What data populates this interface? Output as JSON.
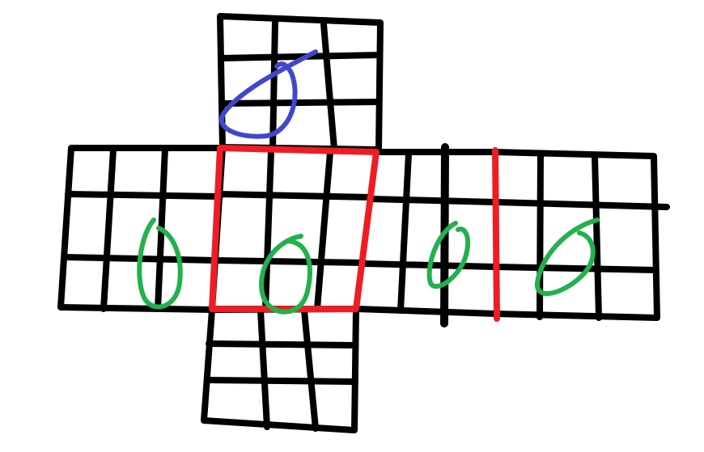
{
  "diagram": {
    "background": "#ffffff",
    "colors": {
      "grid": "#000000",
      "highlight_frame": "#ee1c24",
      "divider": "#ee1c24",
      "loop_blue": "#3f48cc",
      "loop_green": "#22b14c"
    },
    "faces": [
      {
        "name": "top",
        "rows": 3,
        "cols": 3
      },
      {
        "name": "left",
        "rows": 3,
        "cols": 3
      },
      {
        "name": "front",
        "rows": 3,
        "cols": 3,
        "highlighted": true
      },
      {
        "name": "right",
        "rows": 3,
        "cols": 3
      },
      {
        "name": "back",
        "rows": 3,
        "cols": 3
      },
      {
        "name": "bottom",
        "rows": 3,
        "cols": 3
      }
    ],
    "annotations": [
      {
        "name": "blue-arrow-loop",
        "color": "loop_blue",
        "face": "top"
      },
      {
        "name": "green-loop-left",
        "color": "loop_green",
        "face": "left"
      },
      {
        "name": "green-loop-front",
        "color": "loop_green",
        "face": "front"
      },
      {
        "name": "green-loop-right",
        "color": "loop_green",
        "face": "right"
      },
      {
        "name": "green-loop-back",
        "color": "loop_green",
        "face": "back"
      }
    ]
  }
}
